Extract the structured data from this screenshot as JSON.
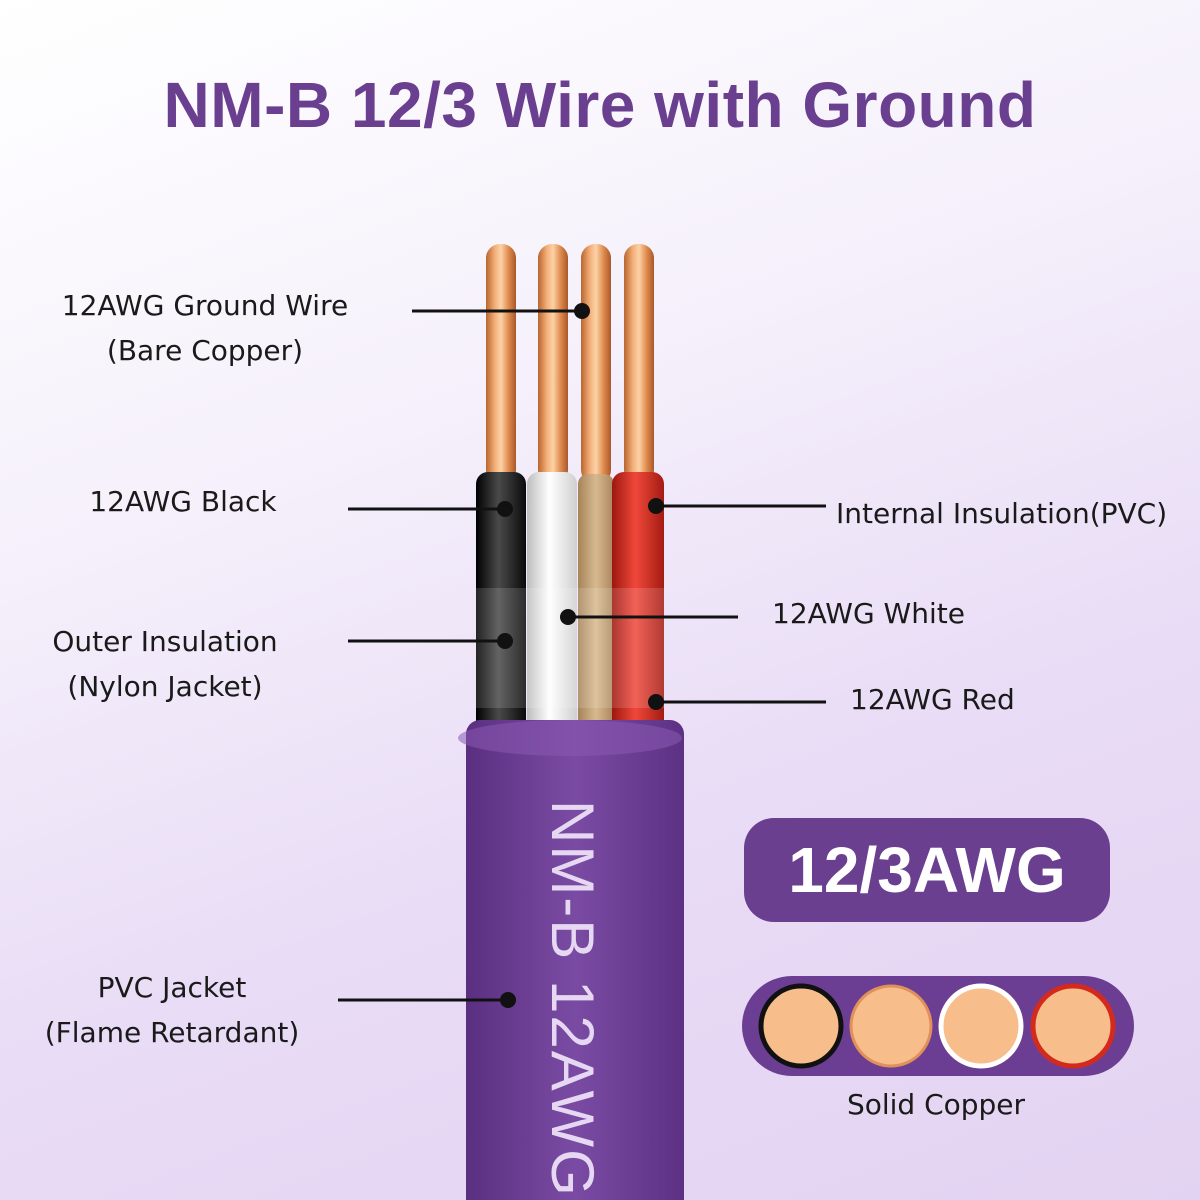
{
  "title": "NM-B 12/3 Wire with Ground",
  "labels": {
    "ground_wire": {
      "line1": "12AWG Ground Wire",
      "line2": "(Bare Copper)"
    },
    "black": {
      "line1": "12AWG Black"
    },
    "outer_insulation": {
      "line1": "Outer Insulation",
      "line2": "(Nylon Jacket)"
    },
    "pvc_jacket": {
      "line1": "PVC Jacket",
      "line2": "(Flame Retardant)"
    },
    "internal_insulation": {
      "line1": "Internal Insulation(PVC)"
    },
    "white": {
      "line1": "12AWG White"
    },
    "red": {
      "line1": "12AWG Red"
    }
  },
  "jacket_text": "NM-B  12AWG",
  "badge": {
    "text": "12/3AWG"
  },
  "cross_section": {
    "caption": "Solid Copper"
  },
  "colors": {
    "title": "#6a3f8f",
    "jacket": "#6b3d93",
    "copper": "#e89a5f",
    "copper_face": "#f7bd8a",
    "black_wire": "#1c1c1c",
    "white_wire": "#efefef",
    "red_wire": "#d42a1e",
    "paper": "#c9a77c"
  }
}
